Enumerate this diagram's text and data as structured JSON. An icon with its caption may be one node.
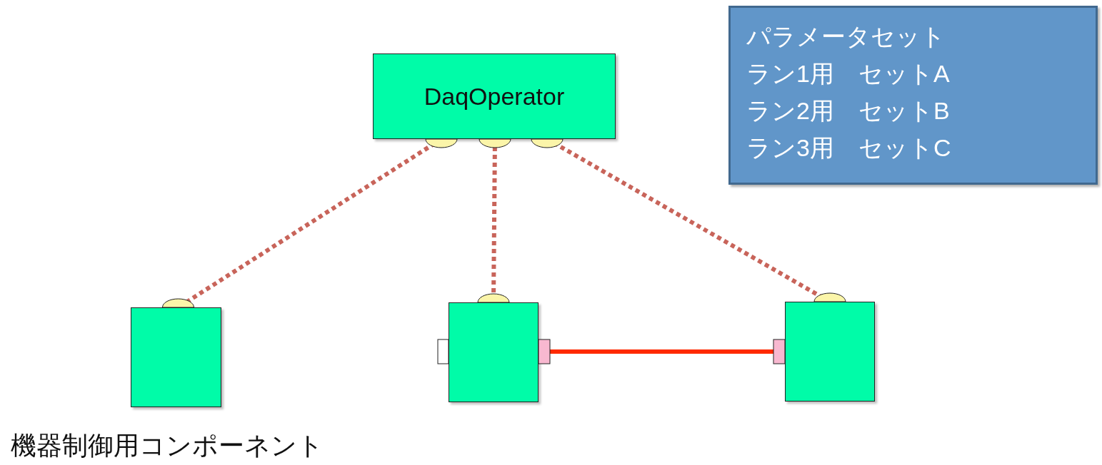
{
  "diagram": {
    "nodes": [
      {
        "text": [
          "DaqOperator"
        ]
      },
      {
        "text": [
          "パラメータセット",
          "ラン1用　セットA",
          "ラン2用　セットB",
          "ラン3用　セットC"
        ]
      },
      {
        "text": [],
        "shape": "box",
        "beside": [
          "機器制御用コンポーネント"
        ]
      },
      {
        "text": [],
        "shape": "box"
      },
      {
        "text": [],
        "shape": "box"
      }
    ],
    "edges": [
      {
        "from": 0,
        "to": 2,
        "arrow": "none",
        "style": "dashed"
      },
      {
        "from": 0,
        "to": 3,
        "arrow": "none",
        "style": "dashed"
      },
      {
        "from": 0,
        "to": 4,
        "arrow": "none",
        "style": "dashed"
      },
      {
        "from": 3,
        "to": 4,
        "arrow": "none",
        "color": "#ff2a00"
      }
    ]
  }
}
